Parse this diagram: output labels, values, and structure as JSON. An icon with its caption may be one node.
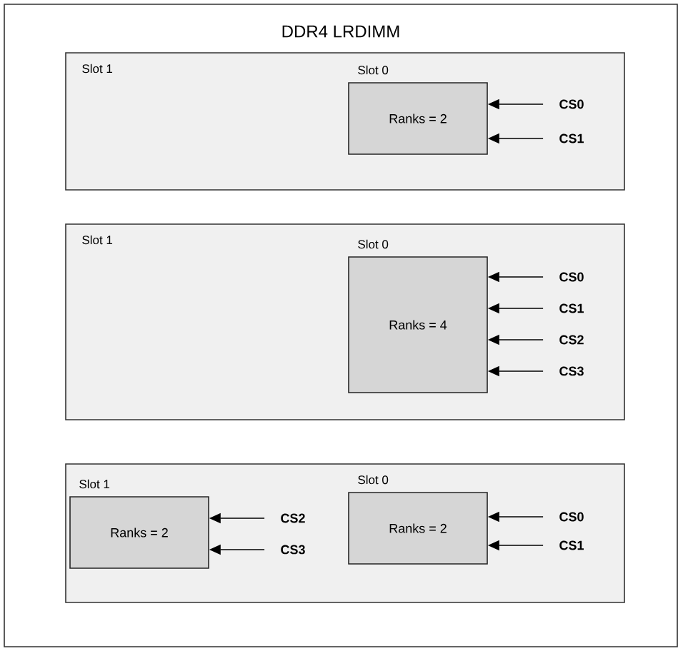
{
  "diagram": {
    "nodes": [
      {
        "text": [
          "DDR4 LRDIMM"
        ]
      },
      {
        "text": [
          "Slot 1"
        ],
        "in": 0
      },
      {
        "text": [
          "Slot 0",
          "Ranks = 2"
        ],
        "in": 1
      },
      {
        "text": [
          "CS0"
        ],
        "in": 1
      },
      {
        "text": [
          "CS1"
        ],
        "in": 1
      },
      {
        "text": [
          "Slot 1"
        ],
        "in": 0
      },
      {
        "text": [
          "Slot 0",
          "Ranks = 4"
        ],
        "in": 5
      },
      {
        "text": [
          "CS0"
        ],
        "in": 5
      },
      {
        "text": [
          "CS1"
        ],
        "in": 5
      },
      {
        "text": [
          "CS2"
        ],
        "in": 5
      },
      {
        "text": [
          "CS3"
        ],
        "in": 5
      },
      {
        "text": [],
        "shape": "box",
        "in": 0
      },
      {
        "text": [
          "Slot 1",
          "Ranks = 2"
        ],
        "in": 11
      },
      {
        "text": [
          "CS2"
        ],
        "in": 11
      },
      {
        "text": [
          "CS3"
        ],
        "in": 11
      },
      {
        "text": [
          "Slot 0",
          "Ranks = 2"
        ],
        "in": 11
      },
      {
        "text": [
          "CS0"
        ],
        "in": 11
      },
      {
        "text": [
          "CS1"
        ],
        "in": 11
      }
    ],
    "edges": [
      {
        "from": 3,
        "to": 2,
        "arrow": "to"
      },
      {
        "from": 4,
        "to": 2,
        "arrow": "to"
      },
      {
        "from": 7,
        "to": 6,
        "arrow": "to"
      },
      {
        "from": 8,
        "to": 6,
        "arrow": "to"
      },
      {
        "from": 9,
        "to": 6,
        "arrow": "to"
      },
      {
        "from": 10,
        "to": 6,
        "arrow": "to"
      },
      {
        "from": 13,
        "to": 12,
        "arrow": "to"
      },
      {
        "from": 14,
        "to": 12,
        "arrow": "to"
      },
      {
        "from": 16,
        "to": 15,
        "arrow": "to"
      },
      {
        "from": 17,
        "to": 15,
        "arrow": "to"
      }
    ]
  }
}
